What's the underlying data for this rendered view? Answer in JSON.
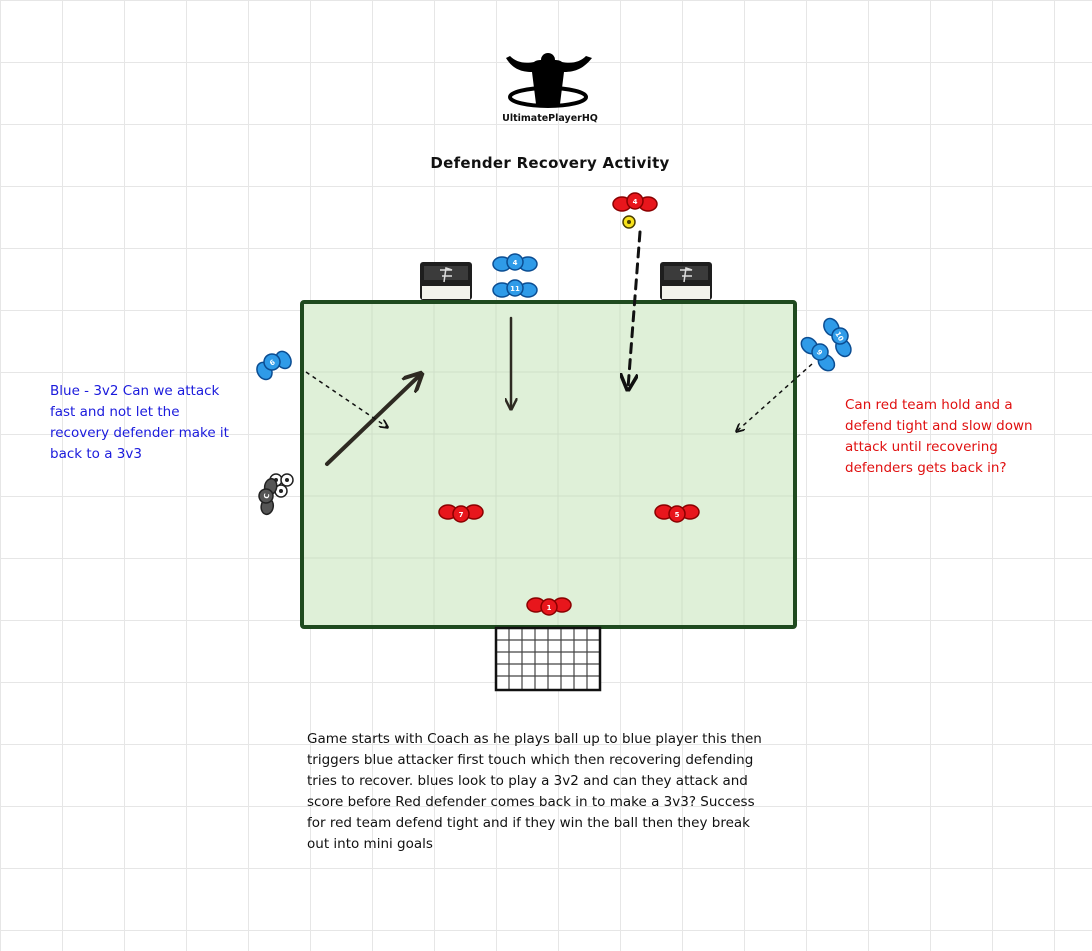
{
  "brand": {
    "name": "UltimatePlayerHQ"
  },
  "title": "Defender Recovery Activity",
  "notes": {
    "blue": [
      "Blue - 3v2 Can we attack",
      "fast and not let the",
      "recovery defender make it",
      "back to a 3v3"
    ],
    "red": [
      "Can red team hold and a",
      "defend tight and slow down",
      "attack until recovering",
      "defenders gets back in?"
    ]
  },
  "description": [
    "Game starts with Coach as he plays ball up to blue player this then",
    "triggers blue attacker first touch which then recovering defending",
    "tries to recover. blues look to play a 3v2 and can they attack and",
    "score before Red defender comes back in to make a 3v3? Success",
    "for red team defend tight and if they win the ball then they break",
    "out into mini goals"
  ],
  "colors": {
    "blue_player": "#2f9be8",
    "red_player": "#e8161c",
    "pitch": "#dff0d8",
    "pitch_border": "#1f4a1f",
    "arrow_dark": "#2e2a22",
    "blue_text": "#1a1adc",
    "red_text": "#e01010"
  },
  "players": {
    "blue": [
      "6",
      "4",
      "11",
      "10",
      "9"
    ],
    "red": [
      "4",
      "7",
      "5",
      "1"
    ],
    "coach": "C"
  }
}
